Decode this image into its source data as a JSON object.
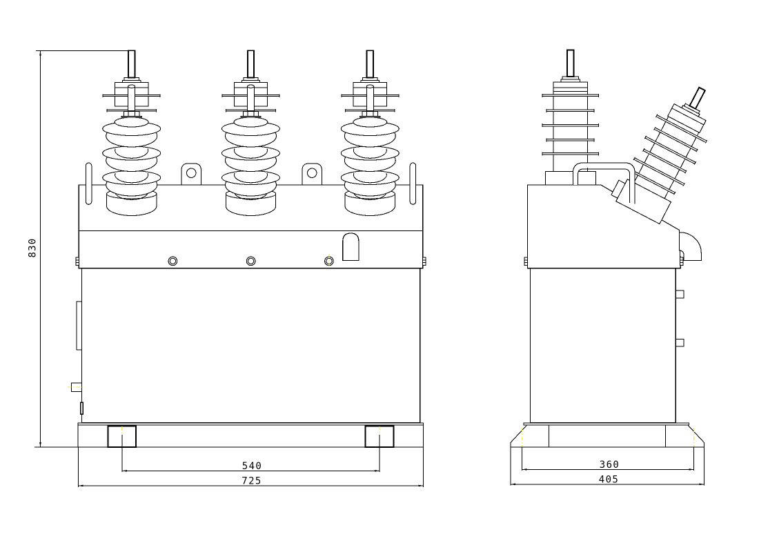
{
  "drawing": {
    "type": "engineering-cad-drawing",
    "description": "Two orthographic views (front and side) of a pole-mounted switchgear tank with porcelain bushings",
    "background_color": "#ffffff",
    "line_color": "#000000",
    "centerline_color": "#e9e96a",
    "views": [
      {
        "id": "front-view",
        "bushings": 3
      },
      {
        "id": "side-view",
        "bushings": 2
      }
    ],
    "dimensions": {
      "overall_height": {
        "label": "830",
        "orientation": "vertical"
      },
      "front_foot_span": {
        "label": "540",
        "orientation": "horizontal"
      },
      "front_base_width": {
        "label": "725",
        "orientation": "horizontal"
      },
      "side_foot_span": {
        "label": "360",
        "orientation": "horizontal"
      },
      "side_base_width": {
        "label": "405",
        "orientation": "horizontal"
      }
    }
  }
}
